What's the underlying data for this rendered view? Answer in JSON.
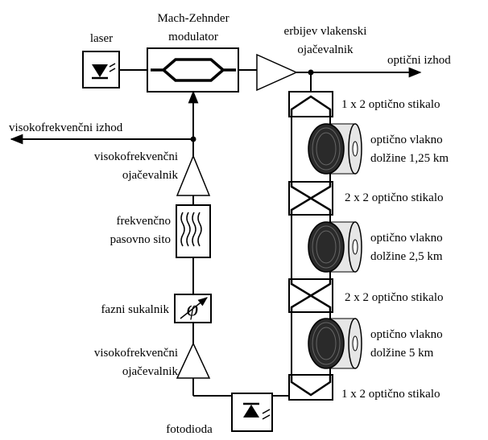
{
  "diagram": {
    "labels": {
      "laser": "laser",
      "mzm_line1": "Mach-Zehnder",
      "mzm_line2": "modulator",
      "edfa_line1": "erbijev vlakenski",
      "edfa_line2": "ojačevalnik",
      "optical_output": "optični izhod",
      "rf_output": "visokofrekvenčni izhod",
      "rf_amp_top_line1": "visokofrekvenčni",
      "rf_amp_top_line2": "ojačevalnik",
      "bandpass_line1": "frekvenčno",
      "bandpass_line2": "pasovno sito",
      "phase_shifter": "fazni sukalnik",
      "rf_amp_bottom_line1": "visokofrekvenčni",
      "rf_amp_bottom_line2": "ojačevalnik",
      "photodiode": "fotodioda",
      "switch_top": "1 x 2 optično stikalo",
      "fiber1_line1": "optično vlakno",
      "fiber1_line2": "dolžine 1,25 km",
      "switch_2x2_a": "2 x 2 optično stikalo",
      "fiber2_line1": "optično vlakno",
      "fiber2_line2": "dolžine 2,5 km",
      "switch_2x2_b": "2 x 2 optično stikalo",
      "fiber3_line1": "optično vlakno",
      "fiber3_line2": "dolžine 5 km",
      "switch_bottom": "1 x 2 optično stikalo"
    },
    "phase_symbol": "φ",
    "colors": {
      "stroke": "#000000",
      "spool_dark": "#2a2a2a",
      "spool_face": "#e6e6e6"
    }
  }
}
